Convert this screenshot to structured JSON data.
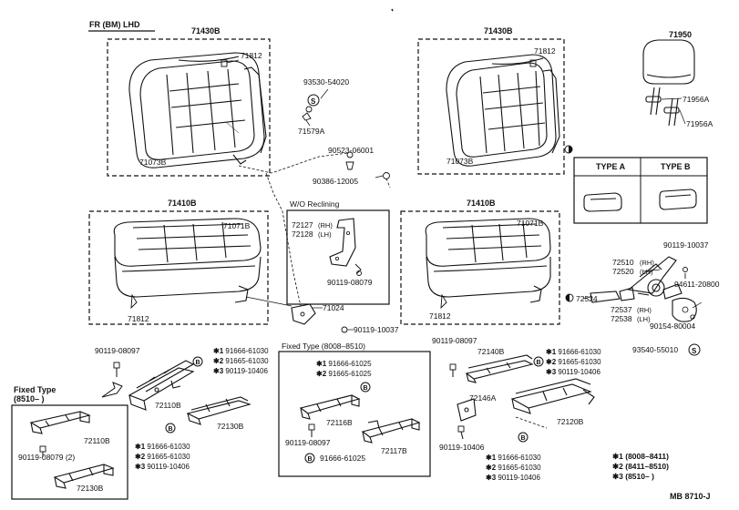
{
  "header": {
    "title": "FR (BM) LHD",
    "code": "MB 8710-J"
  },
  "insets": {
    "wo_reclining": "W/O Reclining",
    "fixed_type_mid": "Fixed Type (8008–8510)",
    "fixed_type_left": "Fixed Type",
    "fixed_type_left_range": "(8510–    )",
    "type_a": "TYPE A",
    "type_b": "TYPE B"
  },
  "part_numbers": {
    "p71430b_l": "71430B",
    "p71812_a": "71812",
    "p93530": "93530-54020",
    "p71579a": "71579A",
    "p71073b_l": "71073B",
    "p90523": "90523-06001",
    "p90386": "90386-12005",
    "p71430b_r": "71430B",
    "p71812_b": "71812",
    "p71073b_r": "71073B",
    "p71950": "71950",
    "p71956a_1": "71956A",
    "p71956a_2": "71956A",
    "p71410b_l": "71410B",
    "p71071b_l": "71071B",
    "p71812_c": "71812",
    "p72127": "72127",
    "p72127_side": "(RH)",
    "p72128": "72128",
    "p72128_side": "(LH)",
    "p90119_08079": "90119-08079",
    "p71024": "71024",
    "p90119_10037_a": "90119-10037",
    "p71410b_r": "71410B",
    "p71071b_r": "71071B",
    "p71812_d": "71812",
    "p90119_10037_b": "90119-10037",
    "p72510": "72510",
    "p72510_side": "(RH)",
    "p72520": "72520",
    "p72520_side": "(LH)",
    "p94611": "94611-20800",
    "p72524": "72524",
    "p72537": "72537",
    "p72537_side": "(RH)",
    "p72538": "72538",
    "p72538_side": "(LH)",
    "p90154": "90154-80004",
    "p93540": "93540-55010",
    "p90119_08097_a": "90119-08097",
    "p72110b_a": "72110B",
    "p72130b_a": "72130B",
    "p90119_08097_b": "90119-08097",
    "p72116b": "72116B",
    "p72117b": "72117B",
    "p91666_61025_c": "91666-61025",
    "p90119_08097_c": "90119-08097",
    "p72140b": "72140B",
    "p72146a": "72146A",
    "p90119_10406": "90119-10406",
    "p72120b": "72120B",
    "p72110b_b": "72110B",
    "p90119_08079_2": "90119-08079 (2)",
    "p72130b_b": "72130B"
  },
  "star_groups": {
    "g1": [
      {
        "mark": "✱1",
        "part": "91666-61030"
      },
      {
        "mark": "✱2",
        "part": "91665-61030"
      },
      {
        "mark": "✱3",
        "part": "90119-10406"
      }
    ],
    "g2": [
      {
        "mark": "✱1",
        "part": "91666-61025"
      },
      {
        "mark": "✱2",
        "part": "91665-61025"
      }
    ],
    "g3": [
      {
        "mark": "✱1",
        "part": "91666-61030"
      },
      {
        "mark": "✱2",
        "part": "91665-61030"
      },
      {
        "mark": "✱3",
        "part": "90119-10406"
      }
    ],
    "g4": [
      {
        "mark": "✱1",
        "part": "91666-61030"
      },
      {
        "mark": "✱2",
        "part": "91665-61030"
      },
      {
        "mark": "✱3",
        "part": "90119-10406"
      }
    ],
    "g5": [
      {
        "mark": "✱1",
        "part": "91666-61030"
      },
      {
        "mark": "✱2",
        "part": "91665-61030"
      },
      {
        "mark": "✱3",
        "part": "90119-10406"
      }
    ]
  },
  "legend": [
    {
      "mark": "✱1",
      "range": "(8008–8411)"
    },
    {
      "mark": "✱2",
      "range": "(8411–8510)"
    },
    {
      "mark": "✱3",
      "range": "(8510–    )"
    }
  ],
  "callout_letter": "B"
}
